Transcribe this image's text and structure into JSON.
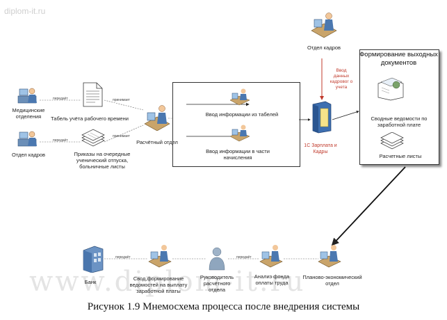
{
  "watermark_top": "diplom-it.ru",
  "watermark_bottom": "www.diplom-it.ru",
  "caption": "Рисунок 1.9 Мнемосхема процесса после внедрения системы",
  "nodes": {
    "medical": "Медицинские отделения",
    "timesheet": "Табель учёта рабочего времени",
    "hr_left": "Отдел кадров",
    "orders": "Приказы на очередные ученический отпуска, больничные листы",
    "accounting": "Расчётный отдел",
    "input_tables": "Ввод информации из табелей",
    "input_accruals": "Ввод информации в части начисления",
    "hr_top": "Отдел кадров",
    "hr_input": "Ввод данных кадровог о учета",
    "system": "1С Зарплата и Кадры",
    "output_title": "Формирование выходных документов",
    "summary": "Сводные ведомости по заработной плате",
    "payslips": "Расчетные листы",
    "bank": "Банк",
    "bank_statement": "Свод,формирование ведомостей на выплату заработной платы",
    "head": "Руководитель расчётного отдела",
    "analysis": "Анализ фонда оплаты труда",
    "planning": "Планово-экономический отдел"
  },
  "edges": {
    "pass": "передаёт",
    "accept": "принимает"
  }
}
